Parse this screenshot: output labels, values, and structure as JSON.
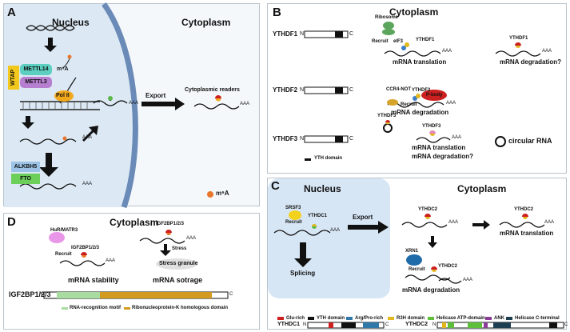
{
  "panelA": {
    "label": "A",
    "nucleus": "Nucleus",
    "cytoplasm": "Cytoplasm",
    "wtap": "WTAP",
    "mettl14": "METTL14",
    "mettl3": "METTL3",
    "m6a": "m⁶A",
    "pol2": "Pol II",
    "aaa": "AAA",
    "alkbh5": "ALKBH5",
    "fto": "FTO",
    "export": "Export",
    "readers": "Cytoplasmic readers",
    "legend_m6a": "m⁶A"
  },
  "panelB": {
    "label": "B",
    "title": "Cytoplasm",
    "ythdf1": "YTHDF1",
    "ythdf2": "YTHDF2",
    "ythdf3": "YTHDF3",
    "ribosome": "Ribosome",
    "recruit": "Recruit",
    "eif3": "eIF3",
    "mrna_translation": "mRNA translation",
    "mrna_degradation_q": "mRNA degradation?",
    "ccr4not": "CCR4-NOT",
    "pbody": "P-body",
    "mrna_degradation": "mRNA degradation",
    "mrna_translation_line": "mRNA translation",
    "mrna_degradation_q2": "mRNA degradation?",
    "circular_rna": "circular RNA",
    "yth_domain": "YTH domain",
    "aaa": "AAA",
    "n": "N",
    "c": "C"
  },
  "panelC": {
    "label": "C",
    "nucleus": "Nucleus",
    "cytoplasm": "Cytoplasm",
    "srsf3": "SRSF3",
    "ythdc1": "YTHDC1",
    "recruit": "Recruit",
    "export": "Export",
    "splicing": "Splicing",
    "ythdc2": "YTHDC2",
    "mrna_translation": "mRNA translation",
    "xrn1": "XRN1",
    "mrna_degradation": "mRNA degradation",
    "aaa": "AAA",
    "n": "N",
    "c": "C",
    "legend": [
      {
        "label": "Glu-rich",
        "color": "#cc1f1f"
      },
      {
        "label": "YTH domain",
        "color": "#111111"
      },
      {
        "label": "Arg/Pro-rich",
        "color": "#2f78a8"
      },
      {
        "label": "R3H domain",
        "color": "#e3b81e"
      },
      {
        "label": "Helicase ATP-domain",
        "color": "#5fbf3a"
      },
      {
        "label": "ANK",
        "color": "#8a3c96"
      },
      {
        "label": "Helicase C-terminal",
        "color": "#1e3f52"
      }
    ]
  },
  "panelD": {
    "label": "D",
    "title": "Cytoplasm",
    "hur": "HuR/MATR3",
    "igf": "IGF2BP1/2/3",
    "recruit": "Recruit",
    "stress": "Stress",
    "stress_granule": "Stress granule",
    "mrna_stability": "mRNA stability",
    "mrna_sotrage": "mRNA sotrage",
    "protein": "IGF2BP1/2/3",
    "aaa": "AAA",
    "n": "N",
    "c": "C",
    "legend_rrm": "RNA-recognition motif",
    "legend_khd": "Ribonucleoprotein-K homologous domain",
    "rrm_color": "#a8dca0",
    "khd_color": "#d29a1e"
  }
}
